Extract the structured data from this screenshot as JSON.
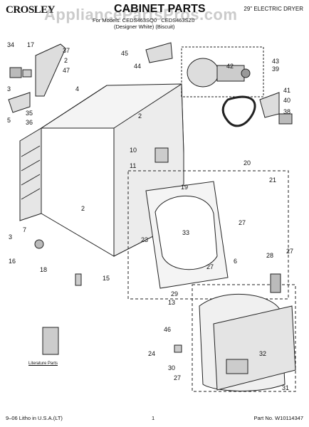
{
  "header": {
    "brand": "CROSLEY",
    "watermark": "AppliancePartsPros.com",
    "title": "CABINET PARTS",
    "subtitle": "For Models: CEDS463SQ0   CEDS463SZ0",
    "variants": "(Designer White)    (Biscuit)",
    "dryer_type": "29\" ELECTRIC DRYER"
  },
  "callouts": [
    "34",
    "17",
    "37",
    "2",
    "47",
    "3",
    "35",
    "36",
    "5",
    "4",
    "45",
    "44",
    "43",
    "42",
    "39",
    "41",
    "40",
    "38",
    "2",
    "10",
    "11",
    "20",
    "19",
    "21",
    "2",
    "33",
    "23",
    "27",
    "6",
    "7",
    "3",
    "16",
    "18",
    "15",
    "27",
    "29",
    "13",
    "28",
    "27",
    "46",
    "24",
    "30",
    "32",
    "27",
    "31"
  ],
  "literature_label": "Literature Parts",
  "footer": {
    "left": "9–06 Litho in U.S.A.(LT)",
    "page": "1",
    "part_no": "Part No. W10114347"
  }
}
